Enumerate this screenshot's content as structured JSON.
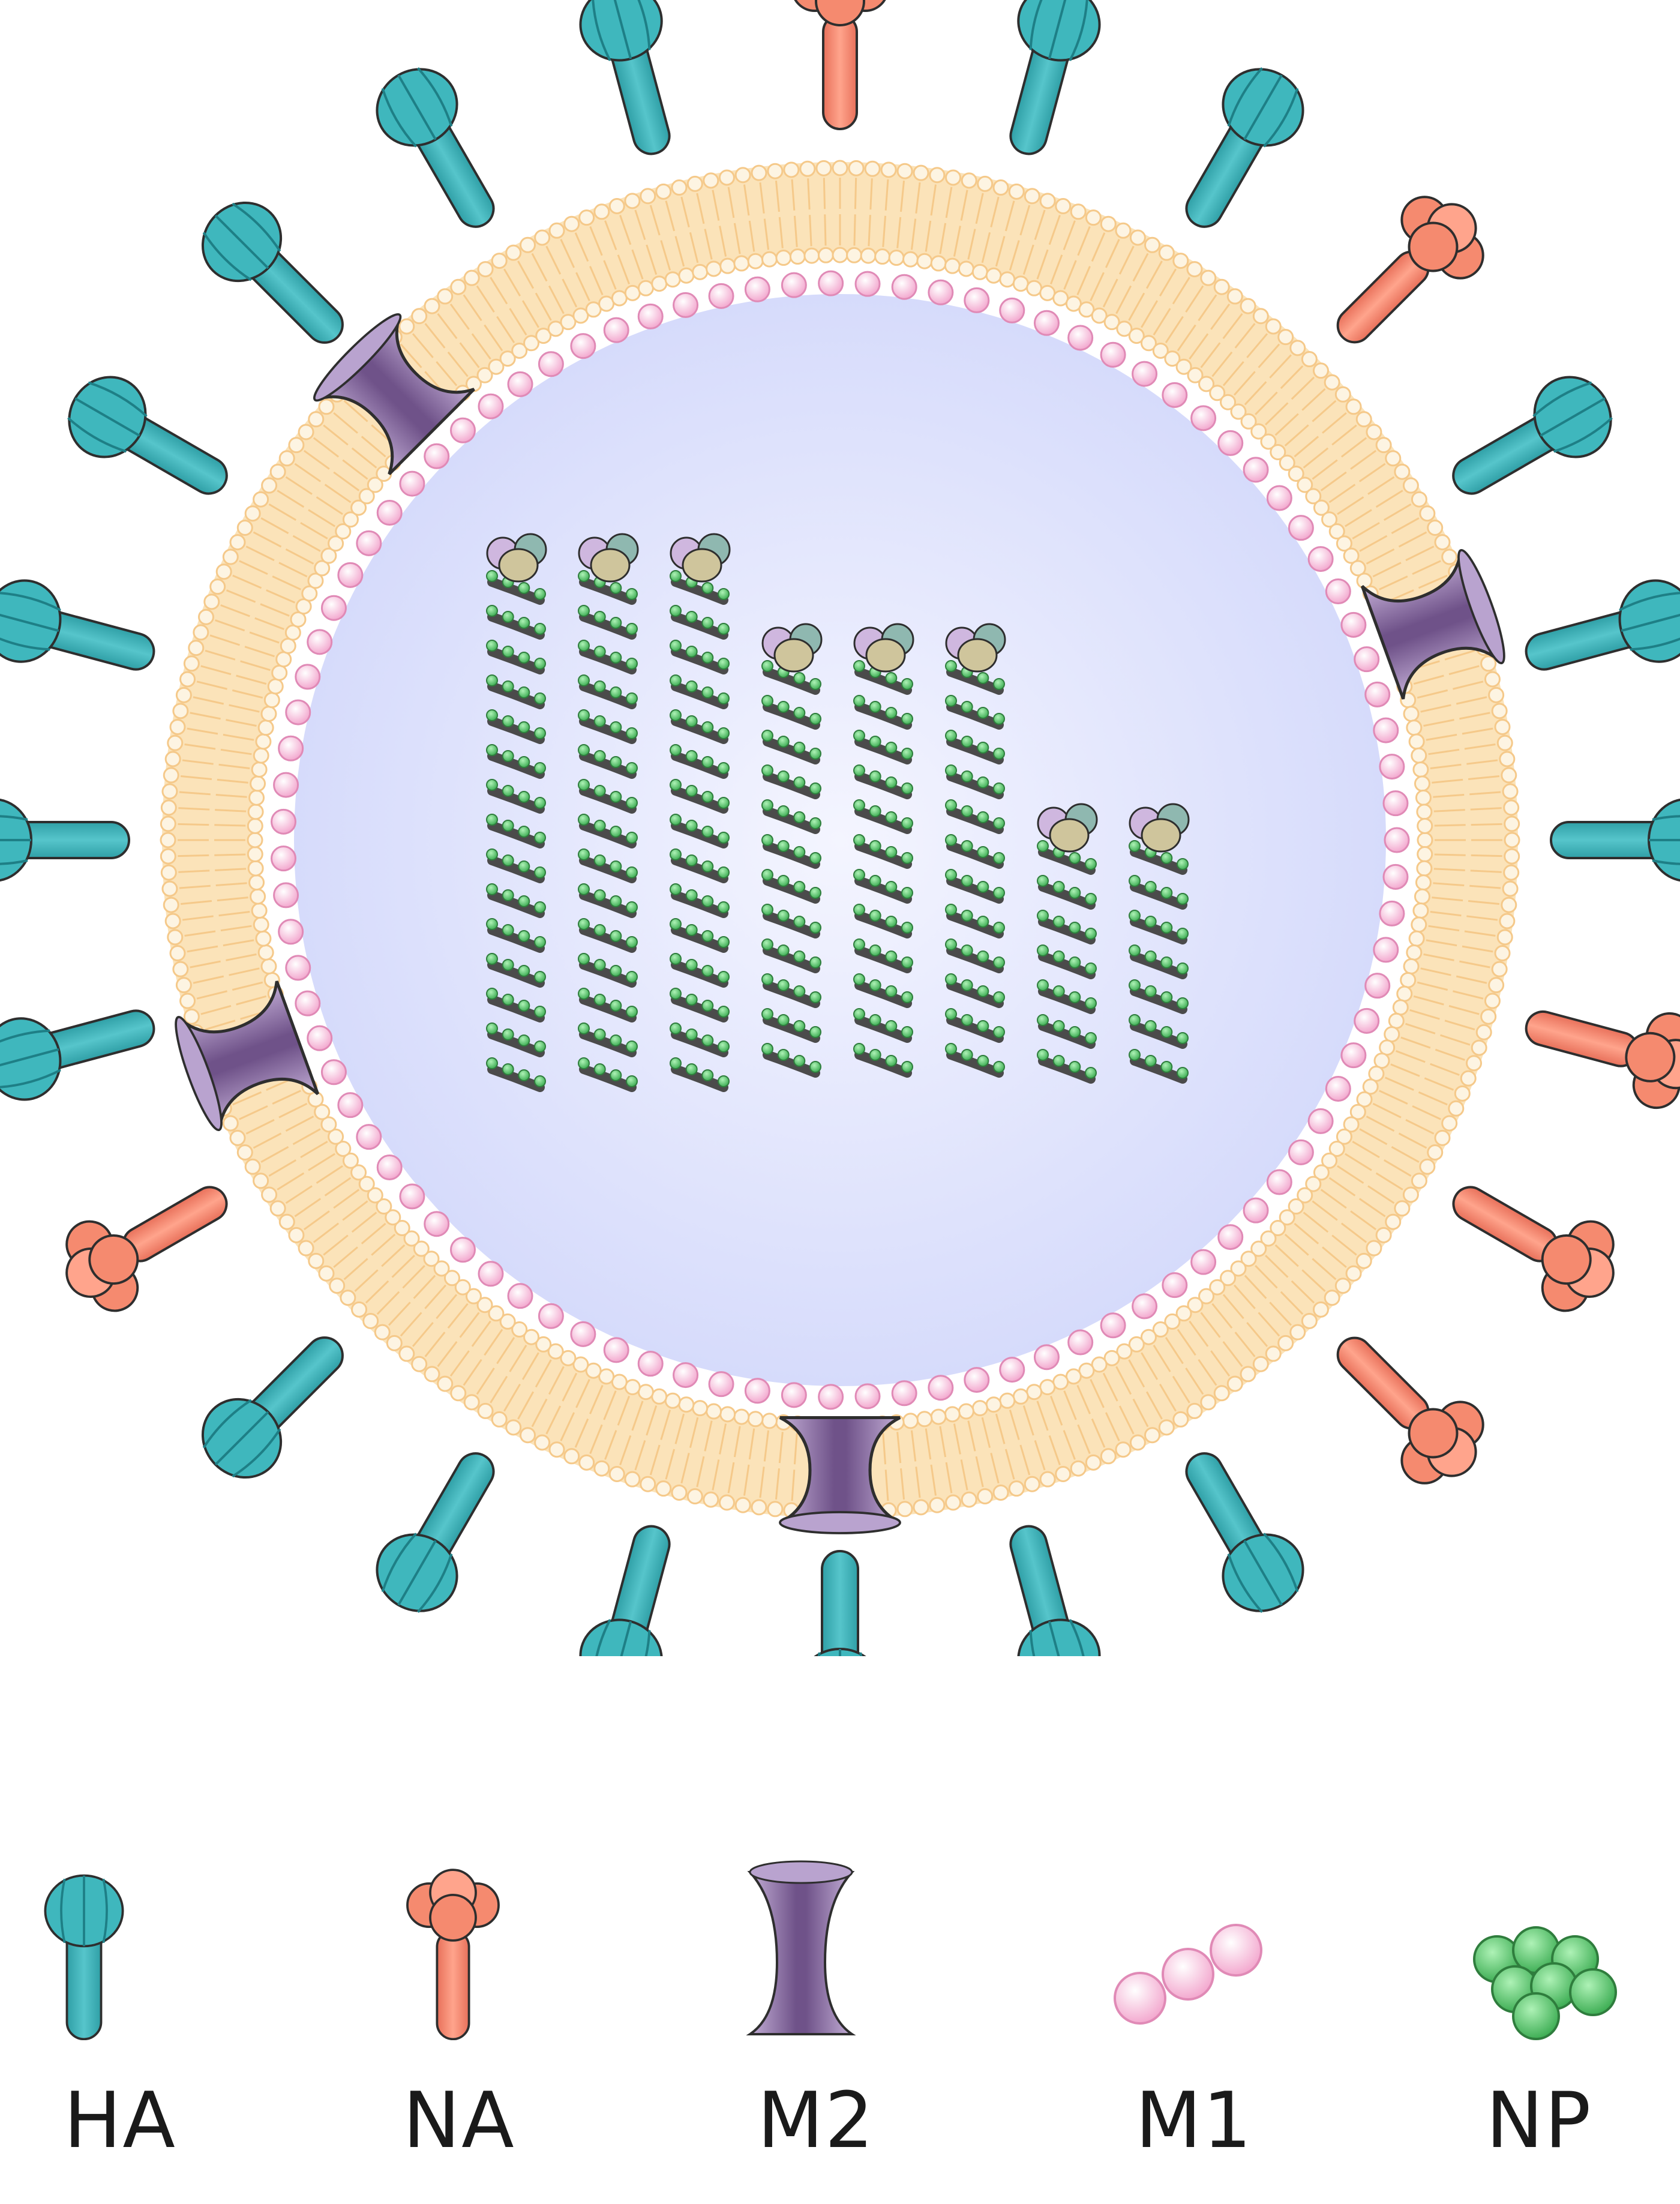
{
  "legend": [
    {
      "key": "HA",
      "label": "HA",
      "icon": "hemagglutinin-icon",
      "color": "#3fb7bd"
    },
    {
      "key": "NA",
      "label": "NA",
      "icon": "neuraminidase-icon",
      "color": "#f58a6f"
    },
    {
      "key": "M2",
      "label": "M2",
      "icon": "m2-ion-channel-icon",
      "color": "#a98fbf"
    },
    {
      "key": "M1",
      "label": "M1",
      "icon": "m1-matrix-protein-icon",
      "color": "#f9c3de"
    },
    {
      "key": "NP",
      "label": "NP",
      "icon": "nucleoprotein-icon",
      "color": "#6ccf7a"
    }
  ],
  "virion": {
    "spikes": [
      "HA",
      "HA",
      "HA",
      "HA",
      "NA",
      "HA",
      "HA",
      "NA",
      "HA",
      "HA",
      "HA",
      "NA",
      "NA",
      "NA",
      "HA",
      "HA",
      "HA",
      "HA",
      "HA",
      "HA",
      "NA",
      "HA",
      "HA",
      "HA"
    ],
    "m2_channel_count": 4,
    "rnp_segment_count": 8,
    "colors": {
      "membrane": "#f5c98a",
      "lumen": "#dfe3ff",
      "polymerase_pb1": "#cfb7df",
      "polymerase_pb2": "#8fb8b0",
      "polymerase_pa": "#cfc59c",
      "rna": "#4b4b4b"
    }
  }
}
